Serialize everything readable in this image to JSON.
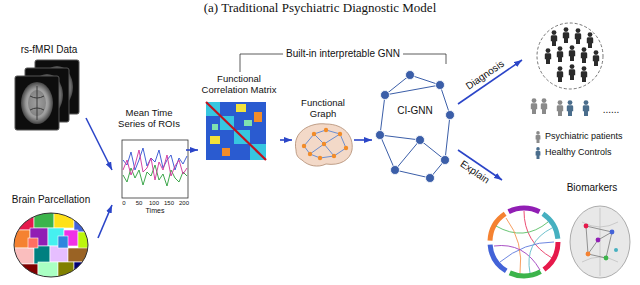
{
  "diagram": {
    "title": "(a) Traditional Psychiatric Diagnostic Model",
    "nodes": [
      {
        "text": [
          "rs-fMRI Data"
        ]
      },
      {
        "text": [
          "Brain Parcellation"
        ]
      },
      {
        "text": [
          "Mean Time Series of ROIs"
        ]
      },
      {
        "text": [
          "Functional Correlation Matrix"
        ]
      },
      {
        "text": [
          "Functional Graph"
        ]
      },
      {
        "text": [
          "CI-GNN"
        ]
      },
      {
        "text": [
          "......"
        ]
      },
      {
        "text": [
          "Biomarkers"
        ]
      }
    ],
    "edges": [
      {
        "from": 0,
        "to": 2,
        "arrow": "to"
      },
      {
        "from": 1,
        "to": 2,
        "arrow": "to"
      },
      {
        "from": 2,
        "to": 3,
        "arrow": "to"
      },
      {
        "from": 3,
        "to": 4,
        "arrow": "to"
      },
      {
        "from": 4,
        "to": 5,
        "arrow": "to"
      },
      {
        "from": 5,
        "to": 6,
        "label": "Diagnosis",
        "arrow": "to"
      },
      {
        "from": 5,
        "to": 7,
        "label": "Explain",
        "arrow": "to"
      }
    ],
    "labels": [
      "Built-in interpretable GNN",
      "Times",
      "0",
      "50",
      "100",
      "150",
      "200"
    ],
    "legend": [
      {
        "text": "Psychiatric patients"
      },
      {
        "text": "Healthy Controls"
      }
    ]
  }
}
